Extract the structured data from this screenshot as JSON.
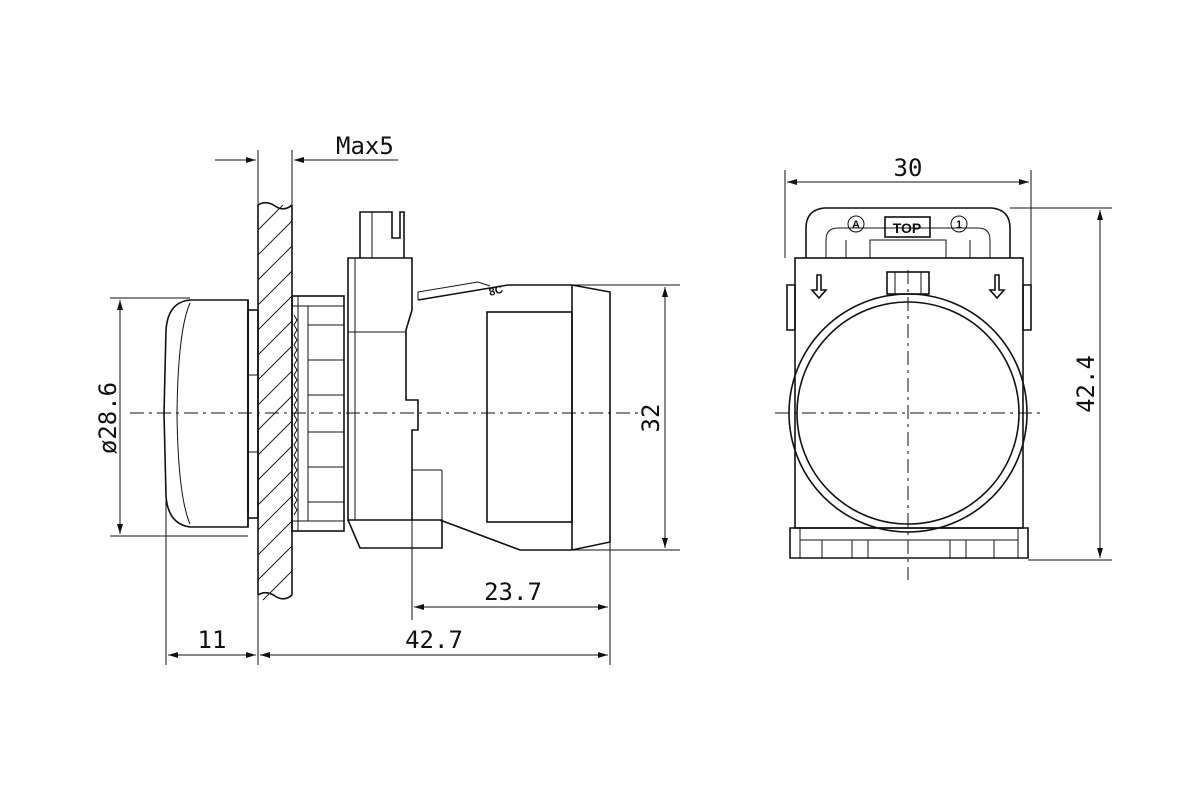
{
  "dimensions": {
    "panel_thickness": "Max5",
    "lens_diameter": "ø28.6",
    "body_height": "32",
    "body_depth": "23.7",
    "lens_projection": "11",
    "overall_depth": "42.7",
    "front_width": "30",
    "front_height": "42.4"
  },
  "markings": {
    "top_label": "TOP",
    "contact_a": "A",
    "contact_1": "1",
    "side_marking": "8C"
  }
}
